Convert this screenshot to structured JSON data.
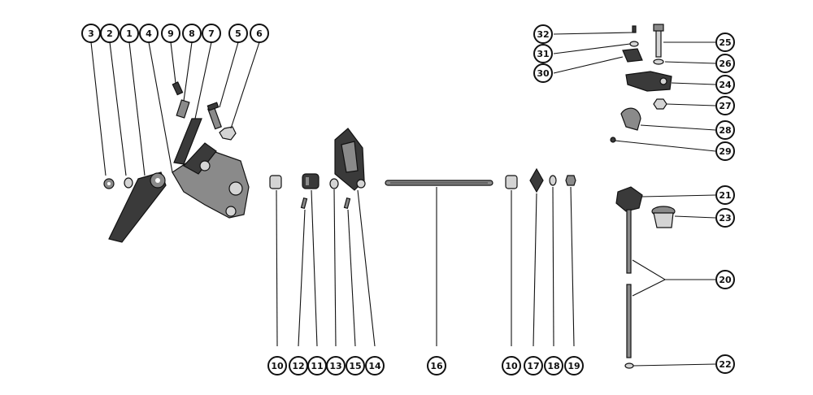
{
  "diagram": {
    "callouts": {
      "c1": "1",
      "c2": "2",
      "c3": "3",
      "c4": "4",
      "c5": "5",
      "c6": "6",
      "c7": "7",
      "c8": "8",
      "c9": "9",
      "c10a": "10",
      "c10b": "10",
      "c11": "11",
      "c12": "12",
      "c13": "13",
      "c14": "14",
      "c15": "15",
      "c16": "16",
      "c17": "17",
      "c18": "18",
      "c19": "19",
      "c20": "20",
      "c21": "21",
      "c22": "22",
      "c23": "23",
      "c24": "24",
      "c25": "25",
      "c26": "26",
      "c27": "27",
      "c28": "28",
      "c29": "29",
      "c30": "30",
      "c31": "31",
      "c32": "32"
    },
    "colors": {
      "ink": "#111111",
      "paper": "#ffffff",
      "shade_dark": "#3a3a3a",
      "shade_mid": "#8a8a8a",
      "shade_light": "#d4d4d4"
    }
  }
}
